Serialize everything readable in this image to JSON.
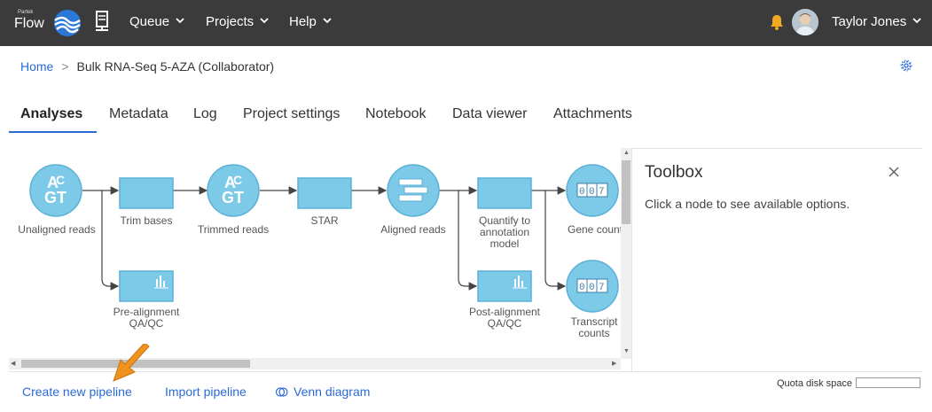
{
  "app": {
    "brand_small": "Partek",
    "brand": "Flow",
    "accent_color": "#2a6ad6",
    "node_color": "#7dc9e8"
  },
  "nav": {
    "items": [
      {
        "label": "Queue"
      },
      {
        "label": "Projects"
      },
      {
        "label": "Help"
      }
    ],
    "user_name": "Taylor Jones"
  },
  "breadcrumb": {
    "home": "Home",
    "separator": ">",
    "current": "Bulk RNA-Seq 5-AZA (Collaborator)"
  },
  "tabs": [
    {
      "label": "Analyses",
      "active": true
    },
    {
      "label": "Metadata"
    },
    {
      "label": "Log"
    },
    {
      "label": "Project settings"
    },
    {
      "label": "Notebook"
    },
    {
      "label": "Data viewer"
    },
    {
      "label": "Attachments"
    }
  ],
  "pipeline": {
    "nodes": [
      {
        "id": "unaligned",
        "type": "data",
        "icon": "dna-sequence-icon",
        "label": "Unaligned reads"
      },
      {
        "id": "trim",
        "type": "task",
        "label": "Trim bases"
      },
      {
        "id": "trimmed",
        "type": "data",
        "icon": "dna-sequence-icon",
        "label": "Trimmed reads"
      },
      {
        "id": "star",
        "type": "task",
        "label": "STAR"
      },
      {
        "id": "aligned",
        "type": "data",
        "icon": "aligned-bars-icon",
        "label": "Aligned reads"
      },
      {
        "id": "quantify",
        "type": "task",
        "label": "Quantify to annotation model"
      },
      {
        "id": "gene",
        "type": "data",
        "icon": "counter-icon",
        "label": "Gene count"
      },
      {
        "id": "preqc",
        "type": "task",
        "icon": "bar-chart-icon",
        "label": "Pre-alignment QA/QC"
      },
      {
        "id": "postqc",
        "type": "task",
        "icon": "bar-chart-icon",
        "label": "Post-alignment QA/QC"
      },
      {
        "id": "transcript",
        "type": "data",
        "icon": "counter-icon",
        "label": "Transcript counts"
      }
    ]
  },
  "toolbox": {
    "title": "Toolbox",
    "message": "Click a node to see available options."
  },
  "actions": {
    "create_pipeline": "Create new pipeline",
    "import_pipeline": "Import pipeline",
    "venn_diagram": "Venn diagram"
  },
  "quota": {
    "label": "Quota disk space",
    "used_fraction": 0
  }
}
